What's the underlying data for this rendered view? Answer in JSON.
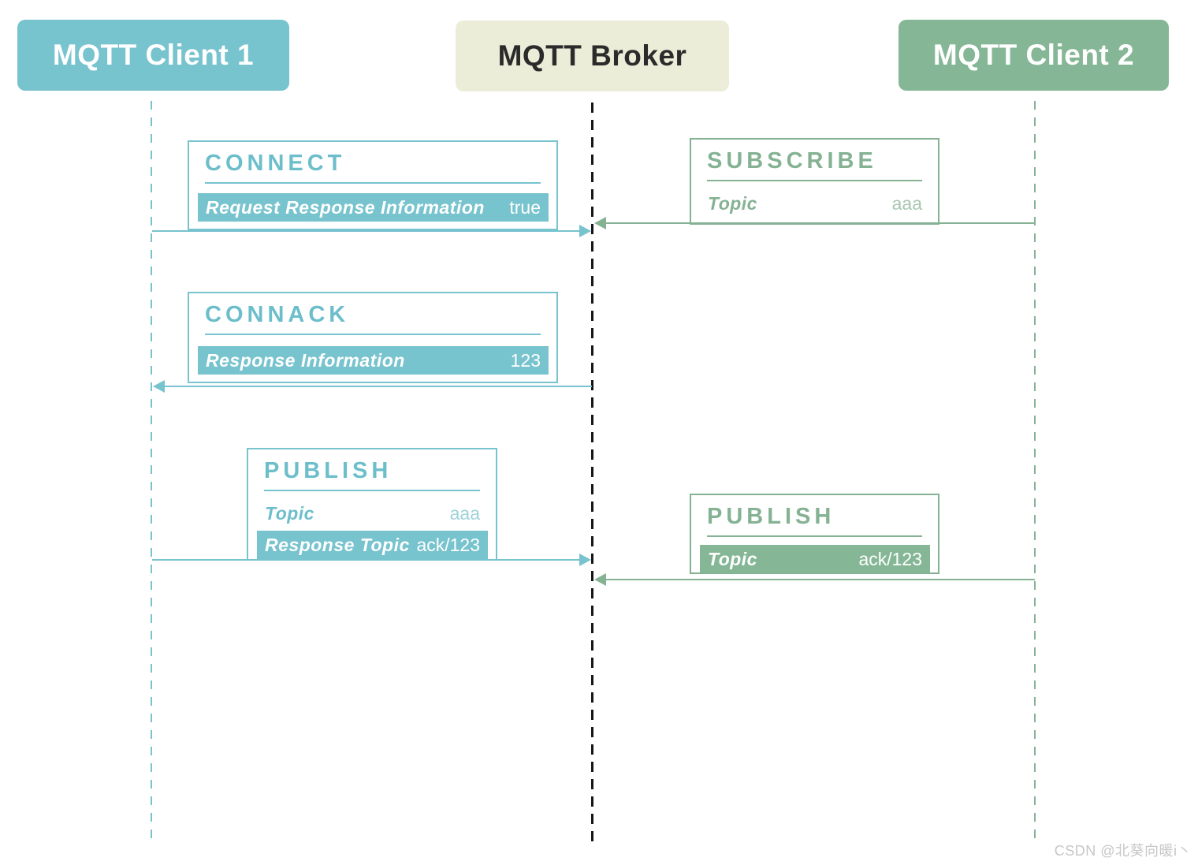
{
  "actors": {
    "client1": "MQTT Client 1",
    "broker": "MQTT Broker",
    "client2": "MQTT Client 2"
  },
  "messages": {
    "connect": {
      "title": "CONNECT",
      "from": "client1",
      "to": "broker",
      "rows": [
        {
          "label": "Request Response Information",
          "value": "true"
        }
      ]
    },
    "subscribe": {
      "title": "SUBSCRIBE",
      "from": "client2",
      "to": "broker",
      "rows": [
        {
          "label": "Topic",
          "value": "aaa"
        }
      ]
    },
    "connack": {
      "title": "CONNACK",
      "from": "broker",
      "to": "client1",
      "rows": [
        {
          "label": "Response Information",
          "value": "123"
        }
      ]
    },
    "publish_from_client1": {
      "title": "PUBLISH",
      "from": "client1",
      "to": "broker",
      "rows": [
        {
          "label": "Topic",
          "value": "aaa"
        },
        {
          "label": "Response Topic",
          "value": "ack/123"
        }
      ]
    },
    "publish_to_client2": {
      "title": "PUBLISH",
      "from": "client2",
      "to": "broker",
      "rows": [
        {
          "label": "Topic",
          "value": "ack/123"
        }
      ]
    }
  },
  "colors": {
    "teal": "#77c3ce",
    "teal-text": "#6cbecb",
    "teal-value-light": "#9fd2da",
    "green": "#85b796",
    "green-text": "#84b293",
    "green-value-light": "#a8c7b2",
    "cream": "#ecedd8",
    "broker-text": "#2b2b2b",
    "broker-line": "#161616",
    "watermark": "#c7c7c7"
  },
  "watermark": "CSDN @北葵向暖i丶"
}
